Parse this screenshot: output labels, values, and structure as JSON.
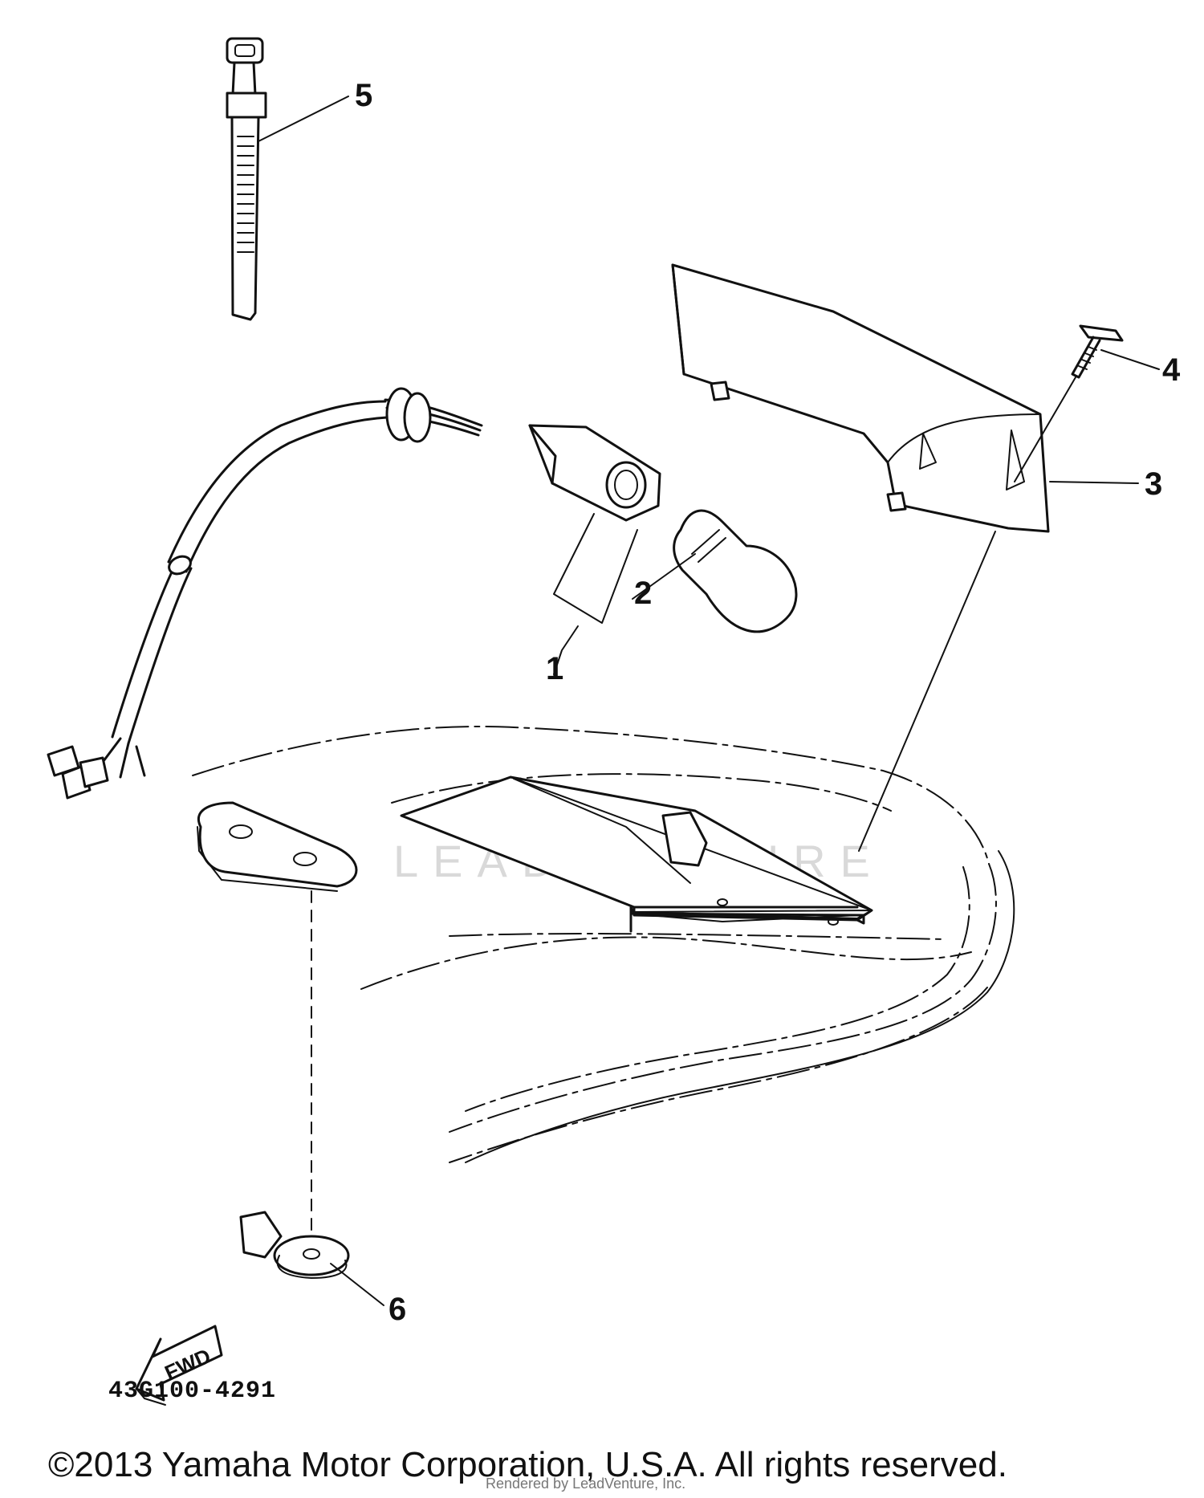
{
  "callouts": [
    {
      "id": "1",
      "label": "1"
    },
    {
      "id": "2",
      "label": "2"
    },
    {
      "id": "3",
      "label": "3"
    },
    {
      "id": "4",
      "label": "4"
    },
    {
      "id": "5",
      "label": "5"
    },
    {
      "id": "6",
      "label": "6"
    }
  ],
  "fwd_label": "FWD",
  "part_code": "43G100-4291",
  "copyright": "©2013 Yamaha Motor Corporation, U.S.A. All rights reserved.",
  "rendered_by": "Rendered by LeadVenture, Inc.",
  "watermark": "LEADVENTURE",
  "colors": {
    "ink": "#111111",
    "background": "#ffffff",
    "watermark": "#d9d9d9"
  }
}
